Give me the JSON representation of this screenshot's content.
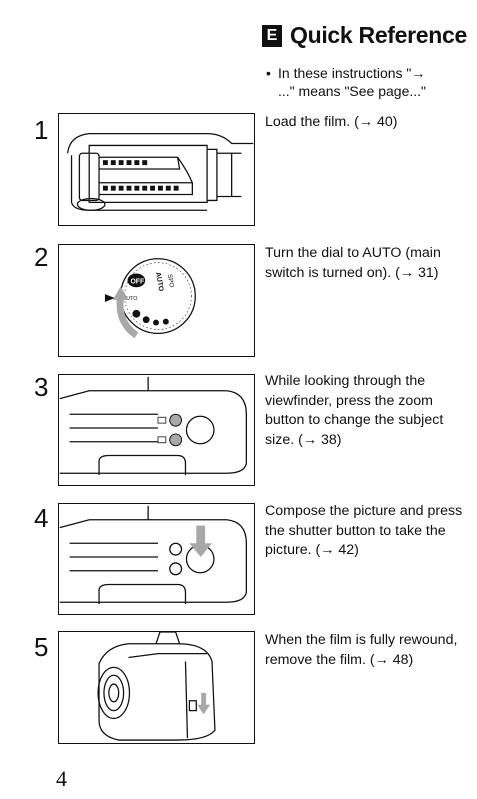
{
  "header": {
    "badge": "E",
    "title": "Quick Reference"
  },
  "note": {
    "bullet": "•",
    "line1": "In these instructions \"→",
    "line2": "...\" means \"See page...\""
  },
  "steps": [
    {
      "number": "1",
      "text": "Load the film. (→ 40)"
    },
    {
      "number": "2",
      "text": "Turn the dial to AUTO (main switch is turned on). (→ 31)"
    },
    {
      "number": "3",
      "text": "While looking through the viewfinder, press the zoom button to change the subject size. (→ 38)"
    },
    {
      "number": "4",
      "text": "Compose the picture and press the shutter button to take the picture. (→ 42)"
    },
    {
      "number": "5",
      "text": "When the film is fully rewound, remove the film. (→ 48)"
    }
  ],
  "illustration_labels": {
    "dial_off": "OFF",
    "dial_auto_top": "AUTO",
    "dial_auto_left": "AUTO",
    "dial_sport": "SPO"
  },
  "page_number": "4",
  "colors": {
    "text": "#111111",
    "arrow_gray": "#a8a8a8",
    "background": "#ffffff"
  }
}
